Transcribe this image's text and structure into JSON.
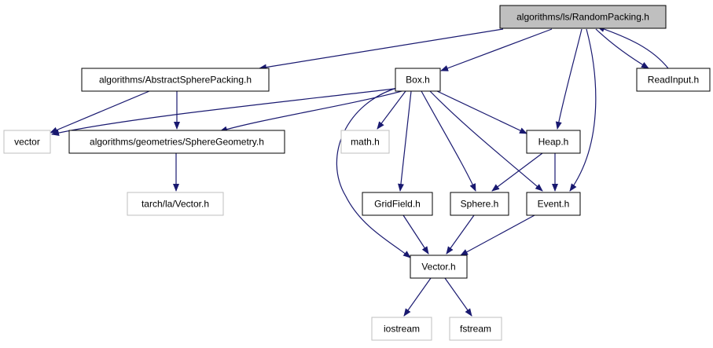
{
  "diagram": {
    "type": "include-dependency-graph",
    "colors": {
      "edge": "#191970",
      "root_fill": "#bfbfbf",
      "node_border": "#000000",
      "external_border": "#bfbfbf",
      "node_fill": "#ffffff"
    },
    "nodes": [
      {
        "id": "root",
        "label": "algorithms/ls/RandomPacking.h",
        "kind": "root"
      },
      {
        "id": "abstract",
        "label": "algorithms/AbstractSpherePacking.h",
        "kind": "local"
      },
      {
        "id": "box",
        "label": "Box.h",
        "kind": "local"
      },
      {
        "id": "readinput",
        "label": "ReadInput.h",
        "kind": "local"
      },
      {
        "id": "vector",
        "label": "vector",
        "kind": "external"
      },
      {
        "id": "spheregeom",
        "label": "algorithms/geometries/SphereGeometry.h",
        "kind": "local"
      },
      {
        "id": "math",
        "label": "math.h",
        "kind": "external"
      },
      {
        "id": "heap",
        "label": "Heap.h",
        "kind": "local"
      },
      {
        "id": "tarch",
        "label": "tarch/la/Vector.h",
        "kind": "external"
      },
      {
        "id": "gridfield",
        "label": "GridField.h",
        "kind": "local"
      },
      {
        "id": "sphere",
        "label": "Sphere.h",
        "kind": "local"
      },
      {
        "id": "event",
        "label": "Event.h",
        "kind": "local"
      },
      {
        "id": "vectorh",
        "label": "Vector.h",
        "kind": "local"
      },
      {
        "id": "iostream",
        "label": "iostream",
        "kind": "external"
      },
      {
        "id": "fstream",
        "label": "fstream",
        "kind": "external"
      }
    ],
    "edges": [
      {
        "from": "root",
        "to": "abstract"
      },
      {
        "from": "root",
        "to": "box"
      },
      {
        "from": "root",
        "to": "heap"
      },
      {
        "from": "root",
        "to": "event"
      },
      {
        "from": "root",
        "to": "readinput"
      },
      {
        "from": "readinput",
        "to": "root"
      },
      {
        "from": "abstract",
        "to": "vector"
      },
      {
        "from": "abstract",
        "to": "spheregeom"
      },
      {
        "from": "box",
        "to": "vector"
      },
      {
        "from": "box",
        "to": "spheregeom"
      },
      {
        "from": "box",
        "to": "math"
      },
      {
        "from": "box",
        "to": "gridfield"
      },
      {
        "from": "box",
        "to": "sphere"
      },
      {
        "from": "box",
        "to": "event"
      },
      {
        "from": "box",
        "to": "heap"
      },
      {
        "from": "box",
        "to": "vectorh"
      },
      {
        "from": "spheregeom",
        "to": "tarch"
      },
      {
        "from": "heap",
        "to": "sphere"
      },
      {
        "from": "heap",
        "to": "event"
      },
      {
        "from": "gridfield",
        "to": "vectorh"
      },
      {
        "from": "sphere",
        "to": "vectorh"
      },
      {
        "from": "event",
        "to": "vectorh"
      },
      {
        "from": "vectorh",
        "to": "iostream"
      },
      {
        "from": "vectorh",
        "to": "fstream"
      }
    ]
  }
}
